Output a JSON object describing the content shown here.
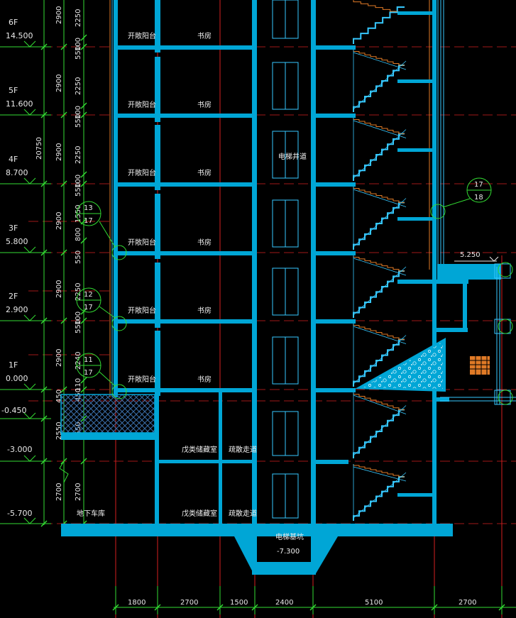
{
  "levels": [
    {
      "floor": "6F",
      "elev": "14.500"
    },
    {
      "floor": "5F",
      "elev": "11.600"
    },
    {
      "floor": "4F",
      "elev": "8.700"
    },
    {
      "floor": "3F",
      "elev": "5.800"
    },
    {
      "floor": "2F",
      "elev": "2.900"
    },
    {
      "floor": "1F",
      "elev": "0.000"
    }
  ],
  "sub_levels": {
    "l_minus045": "-0.450",
    "l_minus3": "-3.000",
    "l_minus57": "-5.700",
    "l_525": "5.250"
  },
  "rooms": {
    "balcony": "开敞阳台",
    "study": "书房",
    "elevator_shaft": "电梯井道",
    "storage": "戊类储藏室",
    "corridor": "疏散走道",
    "garage": "地下车库",
    "pit": "电梯基坑",
    "pit_elev": "-7.300"
  },
  "left_dims": {
    "total": "20750",
    "floor_h": "2900",
    "upper": [
      "2250",
      "100",
      "550",
      "1550",
      "800",
      "550"
    ],
    "ground": "2240",
    "ground_b": "110",
    "ground_c": "450",
    "b1a": "2550",
    "b1b": "2550",
    "b2a": "2700",
    "b2b": "2700",
    "plinth": "450"
  },
  "bottom_dims": [
    "1800",
    "2700",
    "1500",
    "2400",
    "5100",
    "2700"
  ],
  "callouts": [
    {
      "top": "13",
      "bottom": "17"
    },
    {
      "top": "12",
      "bottom": "17"
    },
    {
      "top": "11",
      "bottom": "17"
    },
    {
      "top": "17",
      "bottom": "18"
    }
  ],
  "colors": {
    "background": "#000000",
    "structure": "#00a6d6",
    "wall_line": "#36c8ff",
    "green_dim": "#33dd33",
    "axis_red": "#d61f1f",
    "stair_orange": "#e07a26",
    "hatch": "#3a6ea8",
    "white_text": "#e8e8e8"
  }
}
